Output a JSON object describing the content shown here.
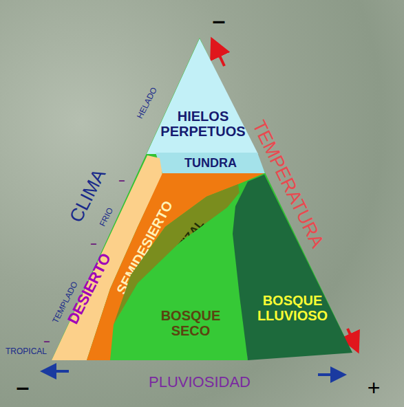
{
  "diagram": {
    "nodes": [
      {
        "text": [
          "HIELOS PERPETUOS"
        ]
      },
      {
        "text": [
          "TUNDRA"
        ]
      },
      {
        "text": [
          "DESIERTO"
        ]
      },
      {
        "text": [
          "SEMIDESIERTO"
        ]
      },
      {
        "text": [
          "PASTIZAL"
        ]
      },
      {
        "text": [
          "BOSQUE SECO"
        ]
      },
      {
        "text": [
          "BOSQUE LLUVIOSO"
        ]
      }
    ],
    "labels": [
      "–",
      "HELADO",
      "TEMPERATURA",
      "–",
      "CLIMA",
      "FRIO",
      "–",
      "TEMPLADO",
      "–",
      "TROPICAL",
      "PLUVIOSIDAD",
      "–",
      "+"
    ]
  }
}
